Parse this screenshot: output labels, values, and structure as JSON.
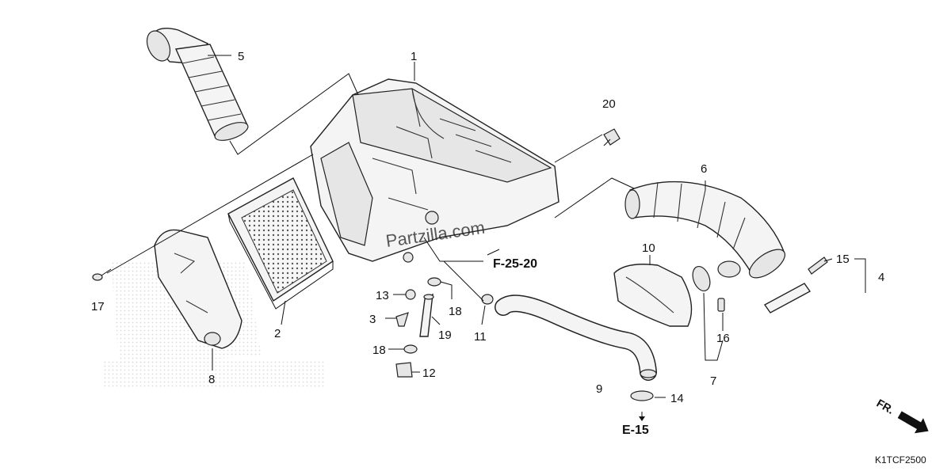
{
  "diagram": {
    "watermark": "Partzilla.com",
    "diagram_code": "K1TCF2500",
    "front_indicator": "FR.",
    "callouts": [
      "1",
      "2",
      "3",
      "4",
      "5",
      "6",
      "7",
      "8",
      "9",
      "10",
      "11",
      "12",
      "13",
      "14",
      "15",
      "16",
      "17",
      "18",
      "18",
      "19",
      "20"
    ],
    "references": [
      "F-25-20",
      "E-15"
    ]
  }
}
